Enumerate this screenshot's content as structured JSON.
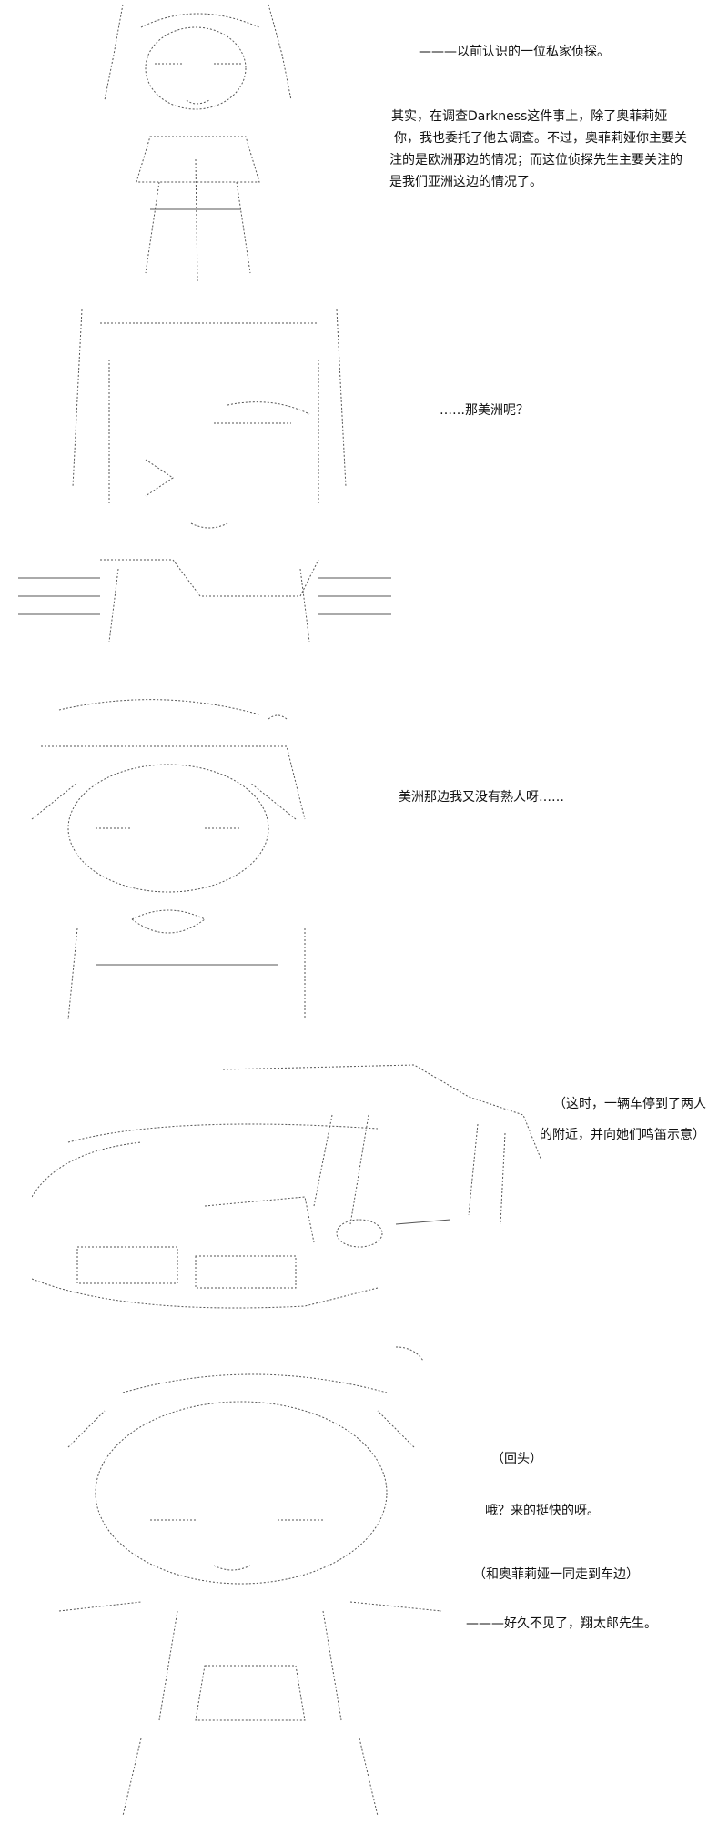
{
  "panels": [
    {
      "lines": [
        "———以前认识的一位私家侦探。",
        "其实，在调查Darkness这件事上，除了奥菲莉娅",
        "你，我也委托了他去调查。不过，奥菲莉娅你主要关",
        "注的是欧洲那边的情况；而这位侦探先生主要关注的",
        "是我们亚洲这边的情况了。"
      ]
    },
    {
      "lines": [
        "……那美洲呢？"
      ]
    },
    {
      "lines": [
        "美洲那边我又没有熟人呀……"
      ]
    },
    {
      "lines": [
        "（这时，一辆车停到了两人",
        "的附近，并向她们鸣笛示意）"
      ]
    },
    {
      "lines": [
        "（回头）",
        "哦？来的挺快的呀。",
        "（和奥菲莉娅一同走到车边）",
        "———好久不见了，翔太郎先生。"
      ]
    }
  ]
}
